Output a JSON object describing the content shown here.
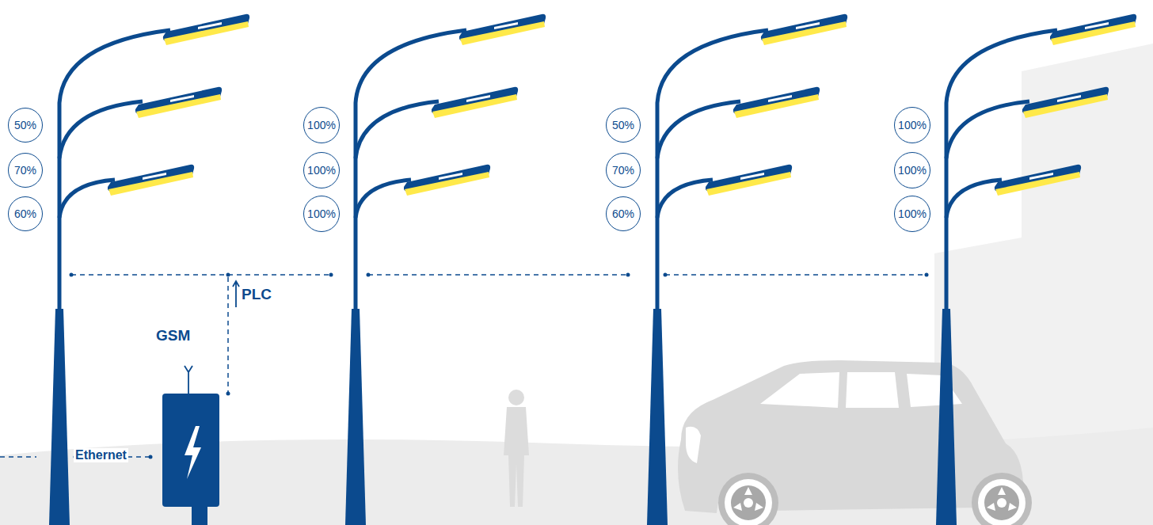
{
  "diagram": {
    "nodes": [
      {
        "text": [
          "50%"
        ]
      },
      {
        "text": [
          "70%"
        ]
      },
      {
        "text": [
          "60%"
        ]
      },
      {
        "text": [
          "100%"
        ]
      },
      {
        "text": [
          "100%"
        ]
      },
      {
        "text": [
          "100%"
        ]
      },
      {
        "text": [
          "50%"
        ]
      },
      {
        "text": [
          "70%"
        ]
      },
      {
        "text": [
          "60%"
        ]
      },
      {
        "text": [
          "100%"
        ]
      },
      {
        "text": [
          "100%"
        ]
      },
      {
        "text": [
          "100%"
        ]
      }
    ],
    "labels": [
      "PLC",
      "GSM",
      "Ethernet"
    ]
  }
}
